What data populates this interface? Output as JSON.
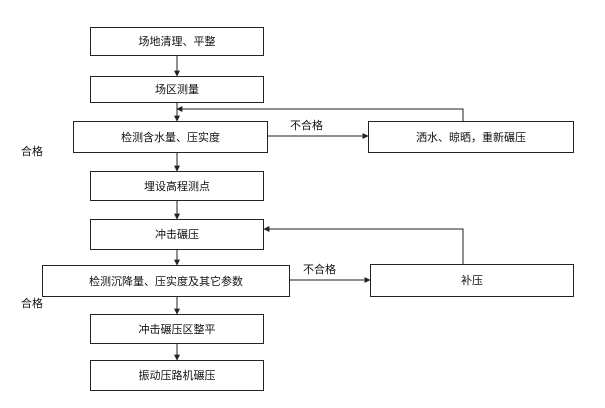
{
  "flowchart": {
    "steps": {
      "site_clearing": "场地清理、平整",
      "survey": "场区测量",
      "test_moisture": "检测含水量、压实度",
      "set_points": "埋设高程测点",
      "impact_roll": "冲击碾压",
      "test_settlement": "检测沉降量、压实度及其它参数",
      "level_area": "冲击碾压区整平",
      "vibratory_roll": "振动压路机碾压"
    },
    "side_steps": {
      "water_dry_reroll": "洒水、晾晒，重新碾压",
      "supplement_roll": "补压"
    },
    "edge_labels": {
      "fail_1": "不合格",
      "fail_2": "不合格",
      "pass_1": "合格",
      "pass_2": "合格"
    }
  }
}
